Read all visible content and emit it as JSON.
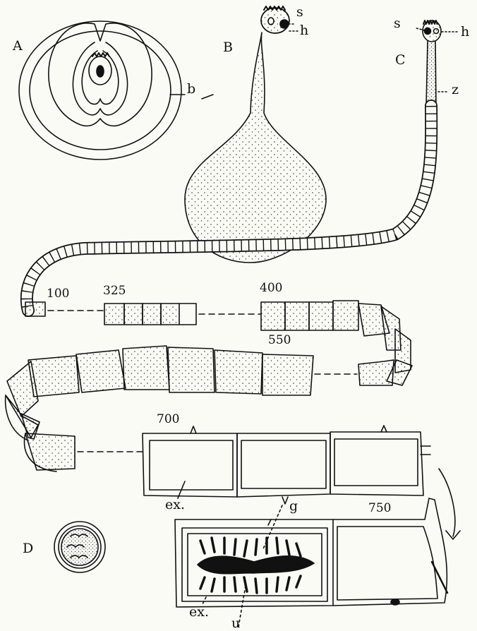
{
  "panels": {
    "a": "A",
    "b": "B",
    "c": "C",
    "d": "D"
  },
  "parts": {
    "bladder": "b",
    "sucker": "s",
    "hooks": "h",
    "neck_zone": "z",
    "genital_pore": "g",
    "excretory_canal": "ex.",
    "uterus": "u"
  },
  "segment_numbers": [
    "100",
    "325",
    "400",
    "550",
    "700",
    "750"
  ]
}
